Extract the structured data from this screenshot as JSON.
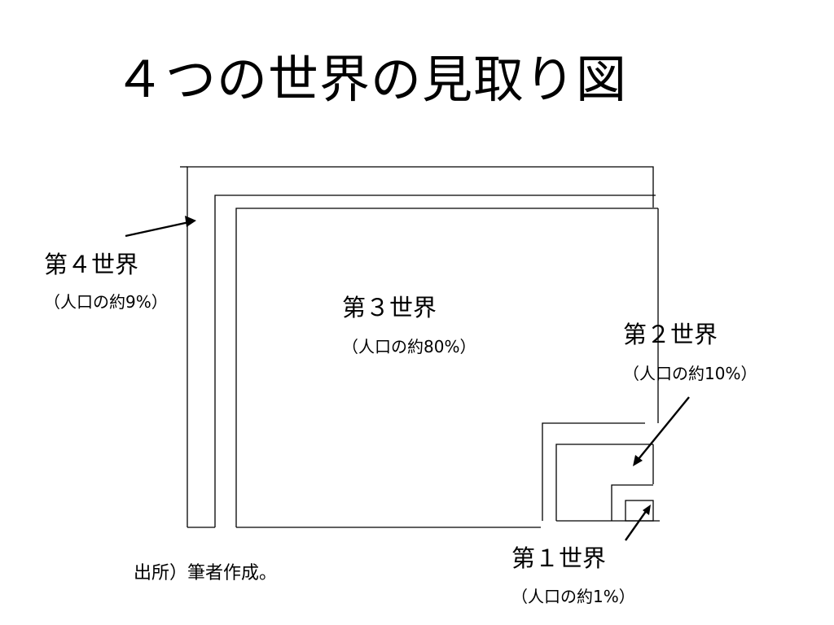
{
  "title": "４つの世界の見取り図",
  "worlds": {
    "world4": {
      "name": "第４世界",
      "population": "（人口の約9%）"
    },
    "world3": {
      "name": "第３世界",
      "population": "（人口の約80%）"
    },
    "world2": {
      "name": "第２世界",
      "population": "（人口の約10%）"
    },
    "world1": {
      "name": "第１世界",
      "population": "（人口の約1%）"
    }
  },
  "source": "出所）筆者作成。",
  "colors": {
    "line": "#000000",
    "background": "#ffffff"
  }
}
